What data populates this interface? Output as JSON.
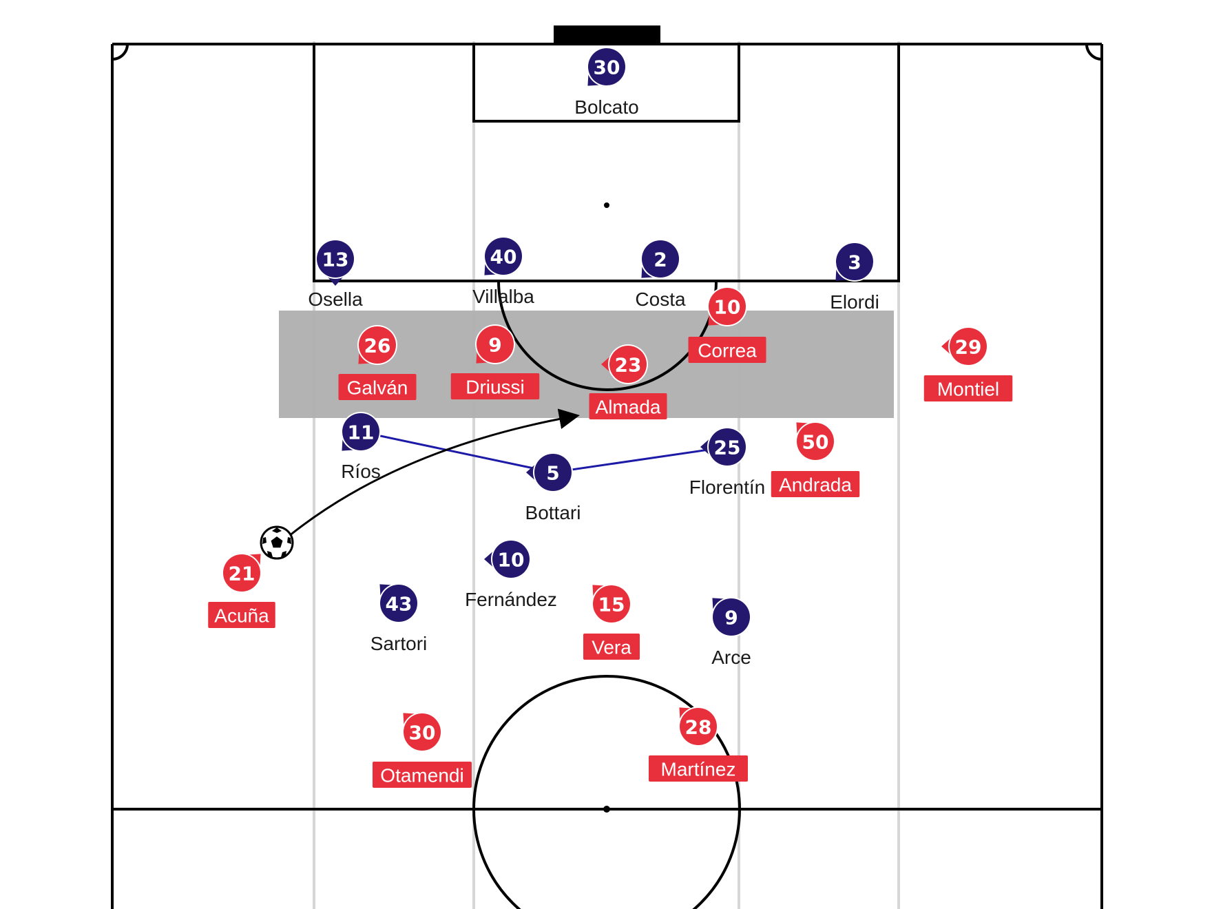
{
  "colors": {
    "home": "#24186e",
    "away": "#e8303d",
    "highlight_zone": "#b0b0b0",
    "link_line": "#1c1aa6",
    "pass_arrow": "#000000"
  },
  "ball": {
    "icon": "soccer-ball-icon"
  },
  "players": [
    {
      "team": "home",
      "number": "30",
      "name": "Bolcato",
      "dir": "down-left"
    },
    {
      "team": "home",
      "number": "13",
      "name": "Osella",
      "dir": "down"
    },
    {
      "team": "home",
      "number": "40",
      "name": "Villalba",
      "dir": "down-left"
    },
    {
      "team": "home",
      "number": "2",
      "name": "Costa",
      "dir": "down-left"
    },
    {
      "team": "home",
      "number": "3",
      "name": "Elordi",
      "dir": "down-left"
    },
    {
      "team": "home",
      "number": "11",
      "name": "Ríos",
      "dir": "down-left"
    },
    {
      "team": "home",
      "number": "5",
      "name": "Bottari",
      "dir": "left"
    },
    {
      "team": "home",
      "number": "25",
      "name": "Florentín",
      "dir": "left"
    },
    {
      "team": "home",
      "number": "10",
      "name": "Fernández",
      "dir": "left"
    },
    {
      "team": "home",
      "number": "43",
      "name": "Sartori",
      "dir": "up-left"
    },
    {
      "team": "home",
      "number": "9",
      "name": "Arce",
      "dir": "up-left"
    },
    {
      "team": "away",
      "number": "10",
      "name": "Correa",
      "dir": "down-left"
    },
    {
      "team": "away",
      "number": "26",
      "name": "Galván",
      "dir": "down-left"
    },
    {
      "team": "away",
      "number": "9",
      "name": "Driussi",
      "dir": "down-left"
    },
    {
      "team": "away",
      "number": "23",
      "name": "Almada",
      "dir": "left"
    },
    {
      "team": "away",
      "number": "29",
      "name": "Montiel",
      "dir": "left"
    },
    {
      "team": "away",
      "number": "50",
      "name": "Andrada",
      "dir": "up-left"
    },
    {
      "team": "away",
      "number": "21",
      "name": "Acuña",
      "dir": "up-right"
    },
    {
      "team": "away",
      "number": "15",
      "name": "Vera",
      "dir": "up-left"
    },
    {
      "team": "away",
      "number": "30",
      "name": "Otamendi",
      "dir": "up-left"
    },
    {
      "team": "away",
      "number": "28",
      "name": "Martínez",
      "dir": "up-left"
    }
  ]
}
